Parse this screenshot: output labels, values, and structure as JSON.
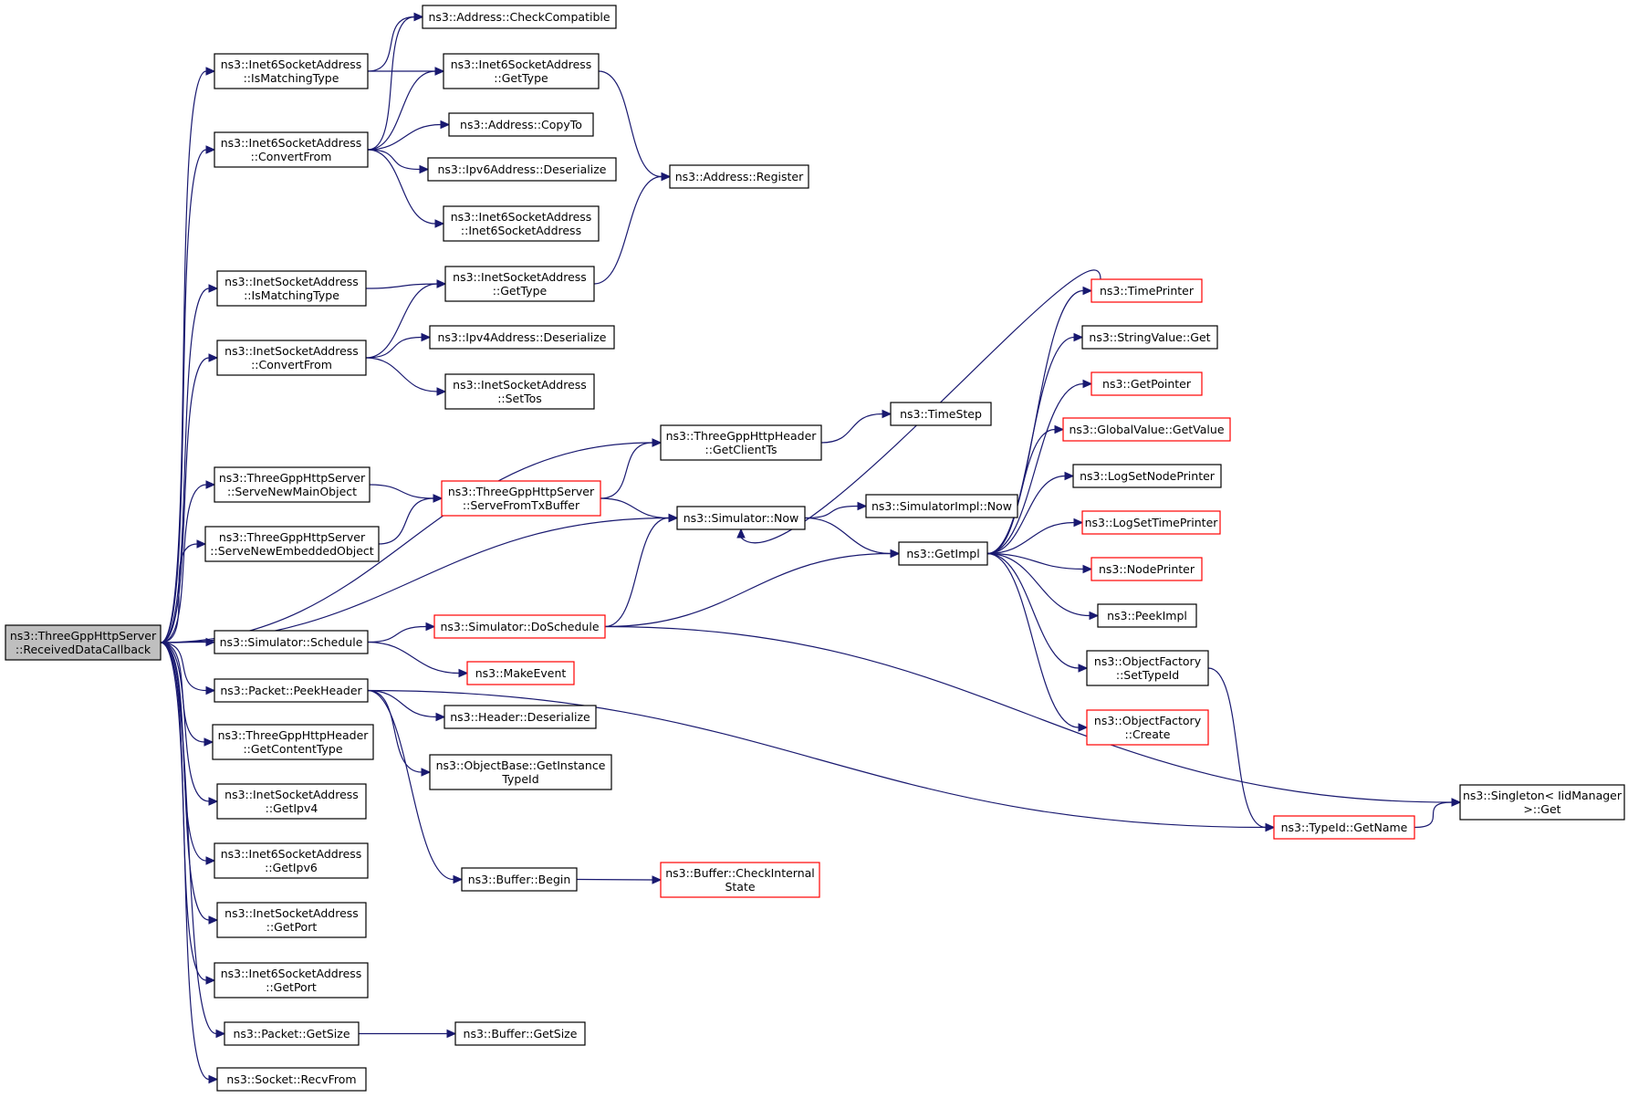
{
  "colors": {
    "edge": "#191970",
    "node_border": "#000000",
    "node_border_truncated": "#ff0000",
    "node_fill": "#ffffff",
    "root_fill": "#bfbfbf"
  },
  "nodes": [
    {
      "id": "root",
      "lines": [
        "ns3::ThreeGppHttpServer",
        "::ReceivedDataCallback"
      ],
      "style": "root"
    },
    {
      "id": "n1",
      "lines": [
        "ns3::Inet6SocketAddress",
        "::IsMatchingType"
      ],
      "style": "normal"
    },
    {
      "id": "n2",
      "lines": [
        "ns3::Address::CheckCompatible"
      ],
      "style": "normal"
    },
    {
      "id": "n3",
      "lines": [
        "ns3::Inet6SocketAddress",
        "::GetType"
      ],
      "style": "normal"
    },
    {
      "id": "n4",
      "lines": [
        "ns3::Address::Register"
      ],
      "style": "normal"
    },
    {
      "id": "n5",
      "lines": [
        "ns3::Inet6SocketAddress",
        "::ConvertFrom"
      ],
      "style": "normal"
    },
    {
      "id": "n6",
      "lines": [
        "ns3::Address::CopyTo"
      ],
      "style": "normal"
    },
    {
      "id": "n7",
      "lines": [
        "ns3::Ipv6Address::Deserialize"
      ],
      "style": "normal"
    },
    {
      "id": "n8",
      "lines": [
        "ns3::Inet6SocketAddress",
        "::Inet6SocketAddress"
      ],
      "style": "normal"
    },
    {
      "id": "n9",
      "lines": [
        "ns3::InetSocketAddress",
        "::IsMatchingType"
      ],
      "style": "normal"
    },
    {
      "id": "n10",
      "lines": [
        "ns3::InetSocketAddress",
        "::GetType"
      ],
      "style": "normal"
    },
    {
      "id": "n11",
      "lines": [
        "ns3::InetSocketAddress",
        "::ConvertFrom"
      ],
      "style": "normal"
    },
    {
      "id": "n12",
      "lines": [
        "ns3::Ipv4Address::Deserialize"
      ],
      "style": "normal"
    },
    {
      "id": "n13",
      "lines": [
        "ns3::InetSocketAddress",
        "::SetTos"
      ],
      "style": "normal"
    },
    {
      "id": "n14",
      "lines": [
        "ns3::ThreeGppHttpHeader",
        "::GetClientTs"
      ],
      "style": "normal"
    },
    {
      "id": "n15",
      "lines": [
        "ns3::TimeStep"
      ],
      "style": "normal"
    },
    {
      "id": "n16",
      "lines": [
        "ns3::ThreeGppHttpServer",
        "::ServeNewMainObject"
      ],
      "style": "normal"
    },
    {
      "id": "n17",
      "lines": [
        "ns3::ThreeGppHttpServer",
        "::ServeFromTxBuffer"
      ],
      "style": "truncated"
    },
    {
      "id": "n18",
      "lines": [
        "ns3::Simulator::Now"
      ],
      "style": "normal"
    },
    {
      "id": "n19",
      "lines": [
        "ns3::SimulatorImpl::Now"
      ],
      "style": "normal"
    },
    {
      "id": "n20",
      "lines": [
        "ns3::GetImpl"
      ],
      "style": "normal"
    },
    {
      "id": "n21",
      "lines": [
        "ns3::TimePrinter"
      ],
      "style": "truncated"
    },
    {
      "id": "n22",
      "lines": [
        "ns3::StringValue::Get"
      ],
      "style": "normal"
    },
    {
      "id": "n23",
      "lines": [
        "ns3::GetPointer"
      ],
      "style": "truncated"
    },
    {
      "id": "n24",
      "lines": [
        "ns3::GlobalValue::GetValue"
      ],
      "style": "truncated"
    },
    {
      "id": "n25",
      "lines": [
        "ns3::LogSetNodePrinter"
      ],
      "style": "normal"
    },
    {
      "id": "n26",
      "lines": [
        "ns3::LogSetTimePrinter"
      ],
      "style": "truncated"
    },
    {
      "id": "n27",
      "lines": [
        "ns3::NodePrinter"
      ],
      "style": "truncated"
    },
    {
      "id": "n28",
      "lines": [
        "ns3::PeekImpl"
      ],
      "style": "normal"
    },
    {
      "id": "n29",
      "lines": [
        "ns3::ObjectFactory",
        "::SetTypeId"
      ],
      "style": "normal"
    },
    {
      "id": "n30",
      "lines": [
        "ns3::ObjectFactory",
        "::Create"
      ],
      "style": "truncated"
    },
    {
      "id": "n31",
      "lines": [
        "ns3::ThreeGppHttpServer",
        "::ServeNewEmbeddedObject"
      ],
      "style": "normal"
    },
    {
      "id": "n32",
      "lines": [
        "ns3::Simulator::Schedule"
      ],
      "style": "normal"
    },
    {
      "id": "n33",
      "lines": [
        "ns3::Simulator::DoSchedule"
      ],
      "style": "truncated"
    },
    {
      "id": "n34",
      "lines": [
        "ns3::MakeEvent"
      ],
      "style": "truncated"
    },
    {
      "id": "n35",
      "lines": [
        "ns3::Packet::PeekHeader"
      ],
      "style": "normal"
    },
    {
      "id": "n36",
      "lines": [
        "ns3::Header::Deserialize"
      ],
      "style": "normal"
    },
    {
      "id": "n37",
      "lines": [
        "ns3::ObjectBase::GetInstance",
        "TypeId"
      ],
      "style": "normal"
    },
    {
      "id": "n38",
      "lines": [
        "ns3::Singleton< IidManager",
        " >::Get"
      ],
      "style": "normal"
    },
    {
      "id": "n39",
      "lines": [
        "ns3::TypeId::GetName"
      ],
      "style": "truncated"
    },
    {
      "id": "n40",
      "lines": [
        "ns3::Buffer::Begin"
      ],
      "style": "normal"
    },
    {
      "id": "n41",
      "lines": [
        "ns3::Buffer::CheckInternal",
        "State"
      ],
      "style": "truncated"
    },
    {
      "id": "n42",
      "lines": [
        "ns3::ThreeGppHttpHeader",
        "::GetContentType"
      ],
      "style": "normal"
    },
    {
      "id": "n43",
      "lines": [
        "ns3::InetSocketAddress",
        "::GetIpv4"
      ],
      "style": "normal"
    },
    {
      "id": "n44",
      "lines": [
        "ns3::Inet6SocketAddress",
        "::GetIpv6"
      ],
      "style": "normal"
    },
    {
      "id": "n45",
      "lines": [
        "ns3::InetSocketAddress",
        "::GetPort"
      ],
      "style": "normal"
    },
    {
      "id": "n46",
      "lines": [
        "ns3::Inet6SocketAddress",
        "::GetPort"
      ],
      "style": "normal"
    },
    {
      "id": "n47",
      "lines": [
        "ns3::Packet::GetSize"
      ],
      "style": "normal"
    },
    {
      "id": "n48",
      "lines": [
        "ns3::Buffer::GetSize"
      ],
      "style": "normal"
    },
    {
      "id": "n49",
      "lines": [
        "ns3::Socket::RecvFrom"
      ],
      "style": "normal"
    }
  ],
  "edges": [
    {
      "from": "root",
      "to": "n1"
    },
    {
      "from": "root",
      "to": "n5"
    },
    {
      "from": "root",
      "to": "n9"
    },
    {
      "from": "root",
      "to": "n11"
    },
    {
      "from": "root",
      "to": "n14"
    },
    {
      "from": "root",
      "to": "n16"
    },
    {
      "from": "root",
      "to": "n31"
    },
    {
      "from": "root",
      "to": "n18"
    },
    {
      "from": "root",
      "to": "n32"
    },
    {
      "from": "root",
      "to": "n35"
    },
    {
      "from": "root",
      "to": "n42"
    },
    {
      "from": "root",
      "to": "n43"
    },
    {
      "from": "root",
      "to": "n44"
    },
    {
      "from": "root",
      "to": "n45"
    },
    {
      "from": "root",
      "to": "n46"
    },
    {
      "from": "root",
      "to": "n47"
    },
    {
      "from": "root",
      "to": "n49"
    },
    {
      "from": "n1",
      "to": "n2"
    },
    {
      "from": "n1",
      "to": "n3"
    },
    {
      "from": "n3",
      "to": "n4"
    },
    {
      "from": "n5",
      "to": "n2"
    },
    {
      "from": "n5",
      "to": "n3"
    },
    {
      "from": "n5",
      "to": "n6"
    },
    {
      "from": "n5",
      "to": "n7"
    },
    {
      "from": "n5",
      "to": "n8"
    },
    {
      "from": "n9",
      "to": "n10"
    },
    {
      "from": "n10",
      "to": "n4"
    },
    {
      "from": "n11",
      "to": "n10"
    },
    {
      "from": "n11",
      "to": "n12"
    },
    {
      "from": "n11",
      "to": "n13"
    },
    {
      "from": "n14",
      "to": "n15"
    },
    {
      "from": "n16",
      "to": "n17"
    },
    {
      "from": "n31",
      "to": "n17"
    },
    {
      "from": "n17",
      "to": "n14"
    },
    {
      "from": "n17",
      "to": "n18"
    },
    {
      "from": "n18",
      "to": "n19"
    },
    {
      "from": "n18",
      "to": "n20"
    },
    {
      "from": "n20",
      "to": "n21"
    },
    {
      "from": "n20",
      "to": "n22"
    },
    {
      "from": "n20",
      "to": "n23"
    },
    {
      "from": "n20",
      "to": "n24"
    },
    {
      "from": "n20",
      "to": "n25"
    },
    {
      "from": "n20",
      "to": "n26"
    },
    {
      "from": "n20",
      "to": "n27"
    },
    {
      "from": "n20",
      "to": "n28"
    },
    {
      "from": "n20",
      "to": "n29"
    },
    {
      "from": "n20",
      "to": "n30"
    },
    {
      "from": "n21",
      "to": "n18"
    },
    {
      "from": "n32",
      "to": "n33"
    },
    {
      "from": "n32",
      "to": "n34"
    },
    {
      "from": "n33",
      "to": "n18"
    },
    {
      "from": "n33",
      "to": "n20"
    },
    {
      "from": "n33",
      "to": "n38"
    },
    {
      "from": "n29",
      "to": "n39"
    },
    {
      "from": "n39",
      "to": "n38"
    },
    {
      "from": "n35",
      "to": "n36"
    },
    {
      "from": "n35",
      "to": "n37"
    },
    {
      "from": "n35",
      "to": "n39"
    },
    {
      "from": "n35",
      "to": "n40"
    },
    {
      "from": "n40",
      "to": "n41"
    },
    {
      "from": "n47",
      "to": "n48"
    }
  ]
}
